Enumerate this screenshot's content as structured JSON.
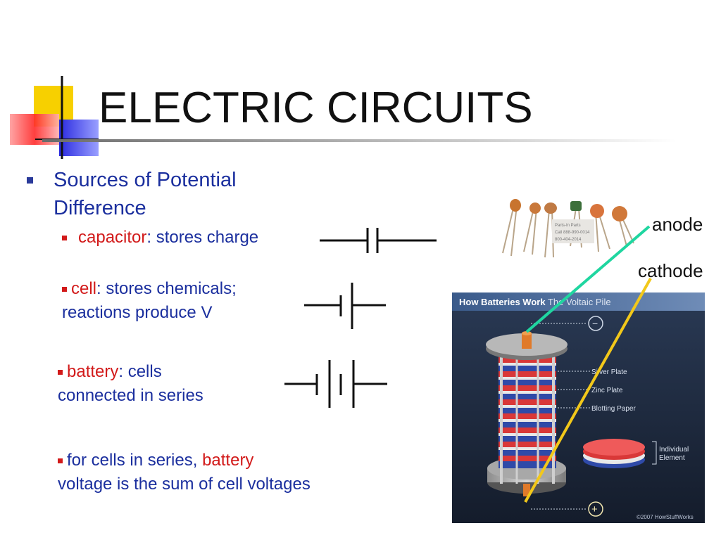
{
  "title": "ELECTRIC CIRCUITS",
  "main_bullet": "Sources of Potential Difference",
  "items": {
    "capacitor": {
      "term": "capacitor",
      "desc": ": stores charge"
    },
    "cell": {
      "term": "cell",
      "desc_line1": ": stores chemicals;",
      "line2": "reactions produce V"
    },
    "battery": {
      "term": "battery",
      "desc_line1": ": cells",
      "line2": "connected in series"
    },
    "series_note": {
      "pre": "for cells in series, ",
      "term": "battery",
      "line2": "voltage is the sum of cell voltages"
    }
  },
  "labels": {
    "anode": "anode",
    "cathode": "cathode"
  },
  "battery_image": {
    "header_bold": "How Batteries Work",
    "header_rest": " The Voltaic Pile",
    "callouts": [
      "Silver Plate",
      "Zinc Plate",
      "Blotting Paper"
    ],
    "element_label_1": "Individual",
    "element_label_2": "Element",
    "minus": "−",
    "plus": "+",
    "copyright": "©2007 HowStuffWorks"
  },
  "capacitor_photo": {
    "label_1": "Parts-In Parts",
    "label_2": "Call 888-990-0014",
    "label_3": "800-404-2014"
  },
  "colors": {
    "text_blue": "#1b2f9e",
    "accent_red": "#d21a1a",
    "anode_line": "#1fd6a0",
    "cathode_line": "#f2c81a"
  }
}
